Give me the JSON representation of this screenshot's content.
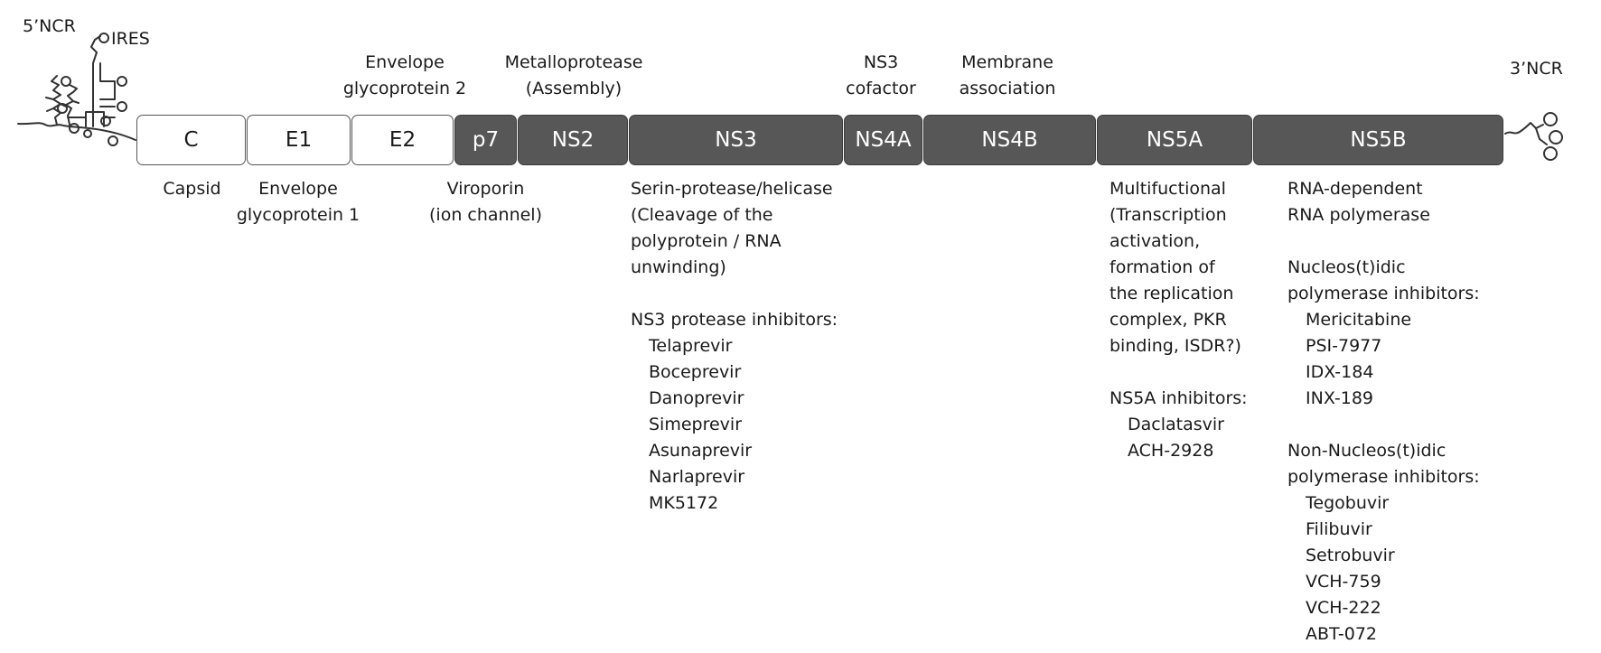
{
  "ends": {
    "five_prime": "5’NCR",
    "ires": "IRES",
    "three_prime": "3’NCR"
  },
  "proteins": [
    {
      "name": "C",
      "style": "light"
    },
    {
      "name": "E1",
      "style": "light"
    },
    {
      "name": "E2",
      "style": "light"
    },
    {
      "name": "p7",
      "style": "dark"
    },
    {
      "name": "NS2",
      "style": "dark"
    },
    {
      "name": "NS3",
      "style": "dark"
    },
    {
      "name": "NS4A",
      "style": "dark"
    },
    {
      "name": "NS4B",
      "style": "dark"
    },
    {
      "name": "NS5A",
      "style": "dark"
    },
    {
      "name": "NS5B",
      "style": "dark"
    }
  ],
  "top_labels": {
    "e2": [
      "Envelope",
      "glycoprotein 2"
    ],
    "ns2": [
      "Metalloprotease",
      "(Assembly)"
    ],
    "ns4a": [
      "NS3",
      "cofactor"
    ],
    "ns4b": [
      "Membrane",
      "association"
    ]
  },
  "bottom_labels": {
    "c": [
      "Capsid"
    ],
    "e1": [
      "Envelope",
      "glycoprotein 1"
    ],
    "p7": [
      "Viroporin",
      "(ion channel)"
    ]
  },
  "ns3": {
    "function": [
      "Serin-protease/helicase",
      "(Cleavage of the",
      "polyprotein / RNA",
      "unwinding)"
    ],
    "inhibitors_title": "NS3 protease inhibitors:",
    "inhibitors": [
      "Telaprevir",
      "Boceprevir",
      "Danoprevir",
      "Simeprevir",
      "Asunaprevir",
      "Narlaprevir",
      "MK5172"
    ]
  },
  "ns5a": {
    "function": [
      "Multifuctional",
      "(Transcription",
      "activation,",
      "formation of",
      "the replication",
      "complex, PKR",
      "binding, ISDR?)"
    ],
    "inhibitors_title": "NS5A inhibitors:",
    "inhibitors": [
      "Daclatasvir",
      "ACH-2928"
    ]
  },
  "ns5b": {
    "function": [
      "RNA-dependent",
      "RNA polymerase"
    ],
    "nuc_title": [
      "Nucleos(t)idic",
      "polymerase inhibitors:"
    ],
    "nuc_inhibitors": [
      "Mericitabine",
      "PSI-7977",
      "IDX-184",
      "INX-189"
    ],
    "nonnuc_title": [
      "Non-Nucleos(t)idic",
      "polymerase inhibitors:"
    ],
    "nonnuc_inhibitors": [
      "Tegobuvir",
      "Filibuvir",
      "Setrobuvir",
      "VCH-759",
      "VCH-222",
      "ABT-072"
    ]
  }
}
